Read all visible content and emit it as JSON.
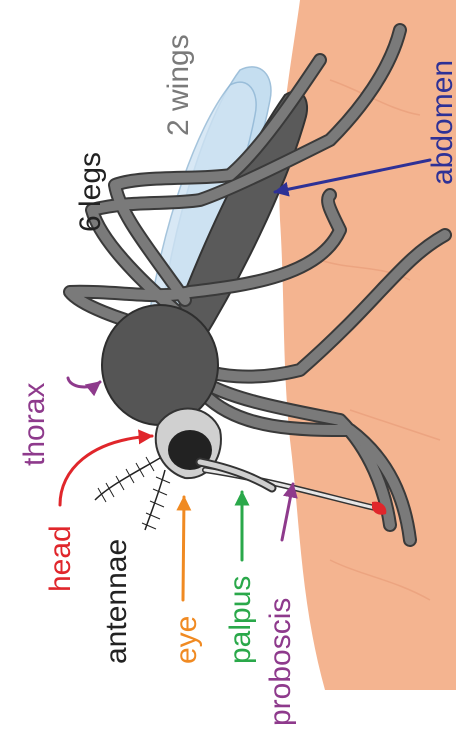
{
  "labels": {
    "legs": "6 legs",
    "wings": "2 wings",
    "abdomen": "abdomen",
    "thorax": "thorax",
    "head": "head",
    "antennae": "antennae",
    "eye": "eye",
    "palpus": "palpus",
    "proboscis": "proboscis"
  },
  "colors": {
    "skin": "#f4b490",
    "body_dark": "#585858",
    "leg": "#7a7a7a",
    "leg_outline": "#3a3a3a",
    "head_light": "#d0d0d0",
    "wing": "#bcd9ee",
    "legs_label": "#222222",
    "wings_label": "#7a7a7a",
    "abdomen_label": "#2e3196",
    "thorax_label": "#8e3a8c",
    "head_label": "#e0262b",
    "antennae_label": "#222222",
    "eye_label": "#f08a22",
    "palpus_label": "#2aa84a",
    "proboscis_label": "#8e3a8c",
    "blood": "#e0262b"
  }
}
